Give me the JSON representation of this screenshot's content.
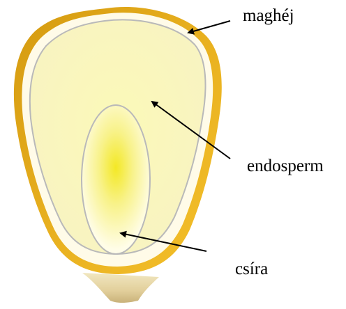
{
  "labels": {
    "seed_coat": "maghéj",
    "endosperm": "endosperm",
    "germ": "csíra"
  },
  "colors": {
    "seed_coat": "#e2a417",
    "seed_coat_highlight": "#f7c832",
    "endosperm": "#fbf8c0",
    "germ_center": "#f5ec2a",
    "outline": "#b8b8b8",
    "arrow": "#000000"
  }
}
